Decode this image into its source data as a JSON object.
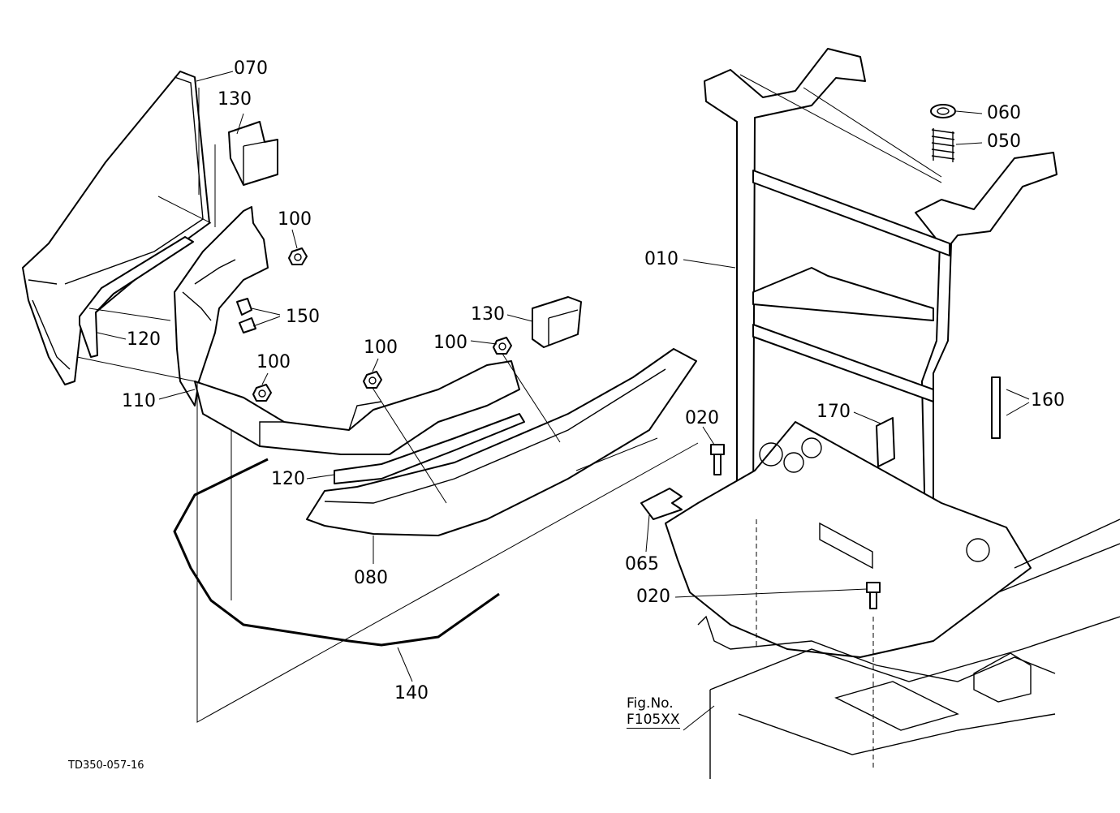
{
  "document_id": "TD350-057-16",
  "figure_ref": {
    "line1": "Fig.No.",
    "line2": "F105XX"
  },
  "callouts": {
    "c070": "070",
    "c130a": "130",
    "c100a": "100",
    "c150": "150",
    "c120a": "120",
    "c110": "110",
    "c100b": "100",
    "c100c": "100",
    "c100d": "100",
    "c130b": "130",
    "c120b": "120",
    "c080": "080",
    "c140": "140",
    "c060": "060",
    "c050": "050",
    "c010": "010",
    "c160": "160",
    "c170": "170",
    "c020a": "020",
    "c065": "065",
    "c020b": "020"
  }
}
